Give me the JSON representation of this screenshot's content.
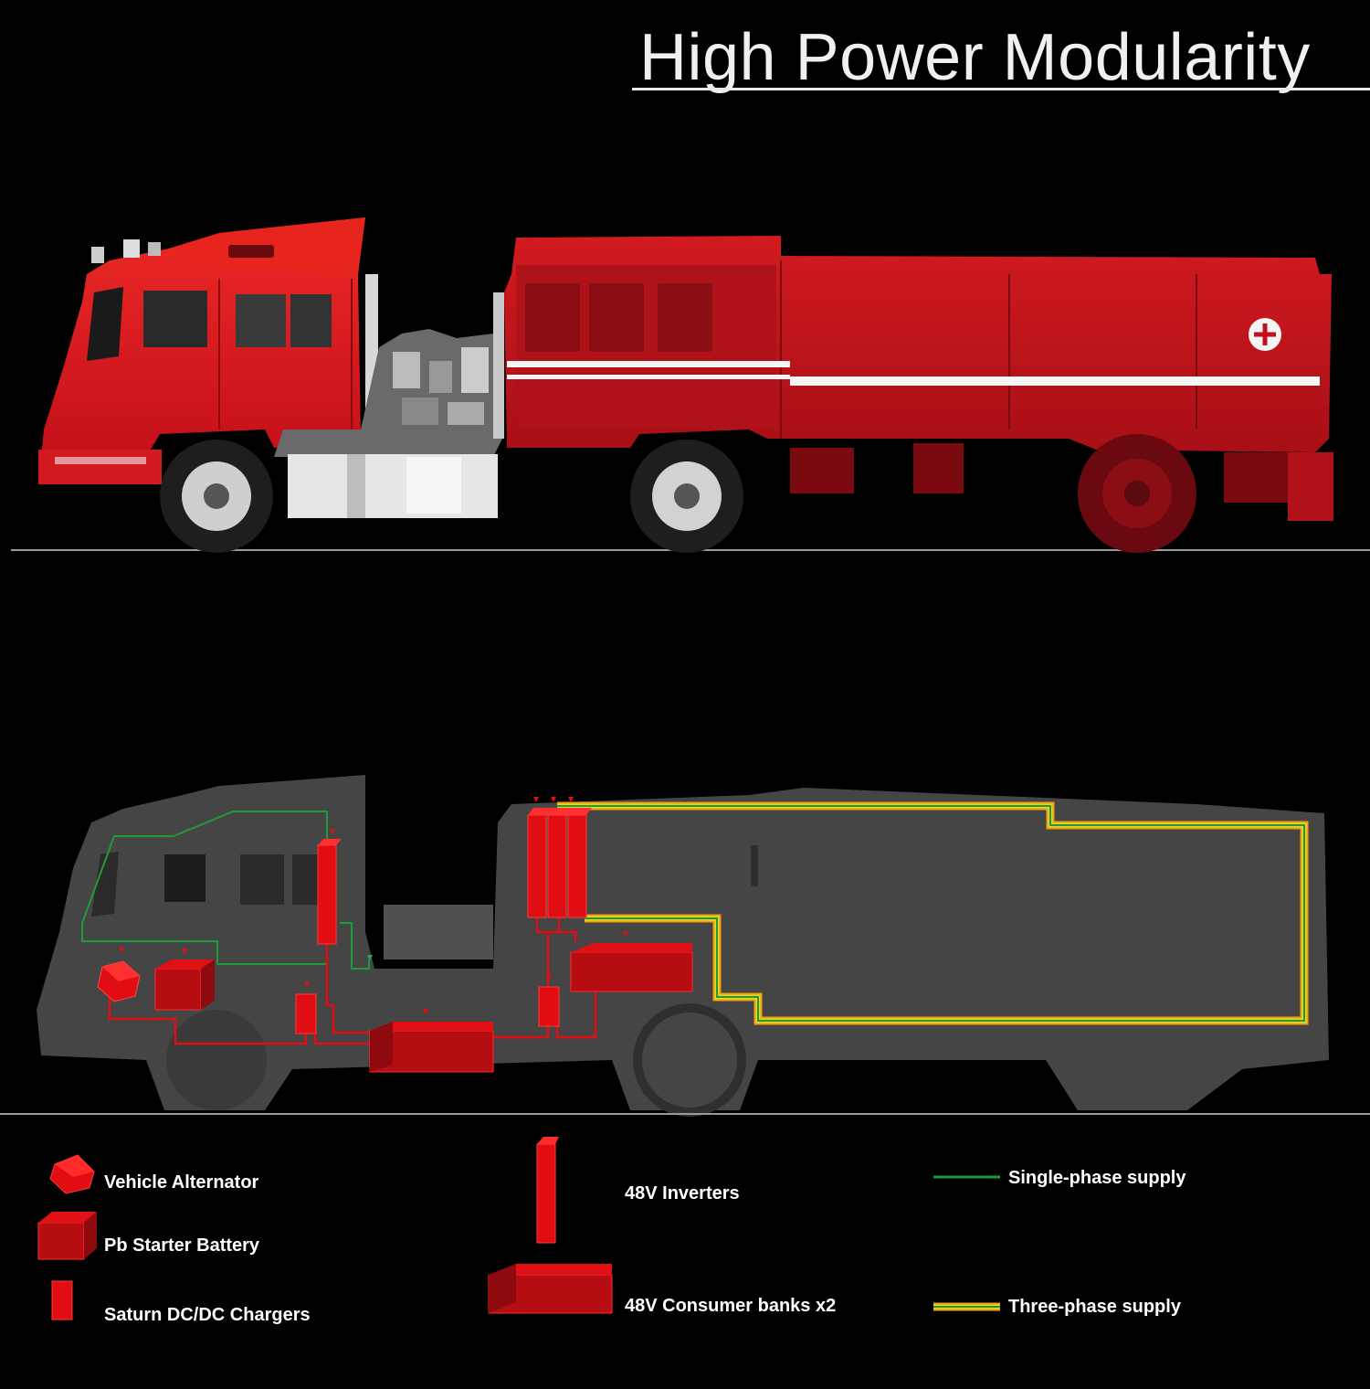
{
  "title": "High Power Modularity",
  "colors": {
    "background": "#000000",
    "truck_red": "#d8141c",
    "silhouette": "#454545",
    "component_red": "#b50d12",
    "wire_red": "#e00d12",
    "single_phase": "#1f9a3a",
    "three_phase_outer": "#f0a010",
    "three_phase_mid": "#e8d820",
    "ground_line": "#9a9a9a"
  },
  "legend": {
    "alternator": "Vehicle Alternator",
    "starter_battery": "Pb Starter Battery",
    "dcdc_chargers": "Saturn DC/DC Chargers",
    "inverters": "48V Inverters",
    "consumer_banks": "48V Consumer banks x2",
    "single_phase": "Single-phase supply",
    "three_phase": "Three-phase supply"
  }
}
